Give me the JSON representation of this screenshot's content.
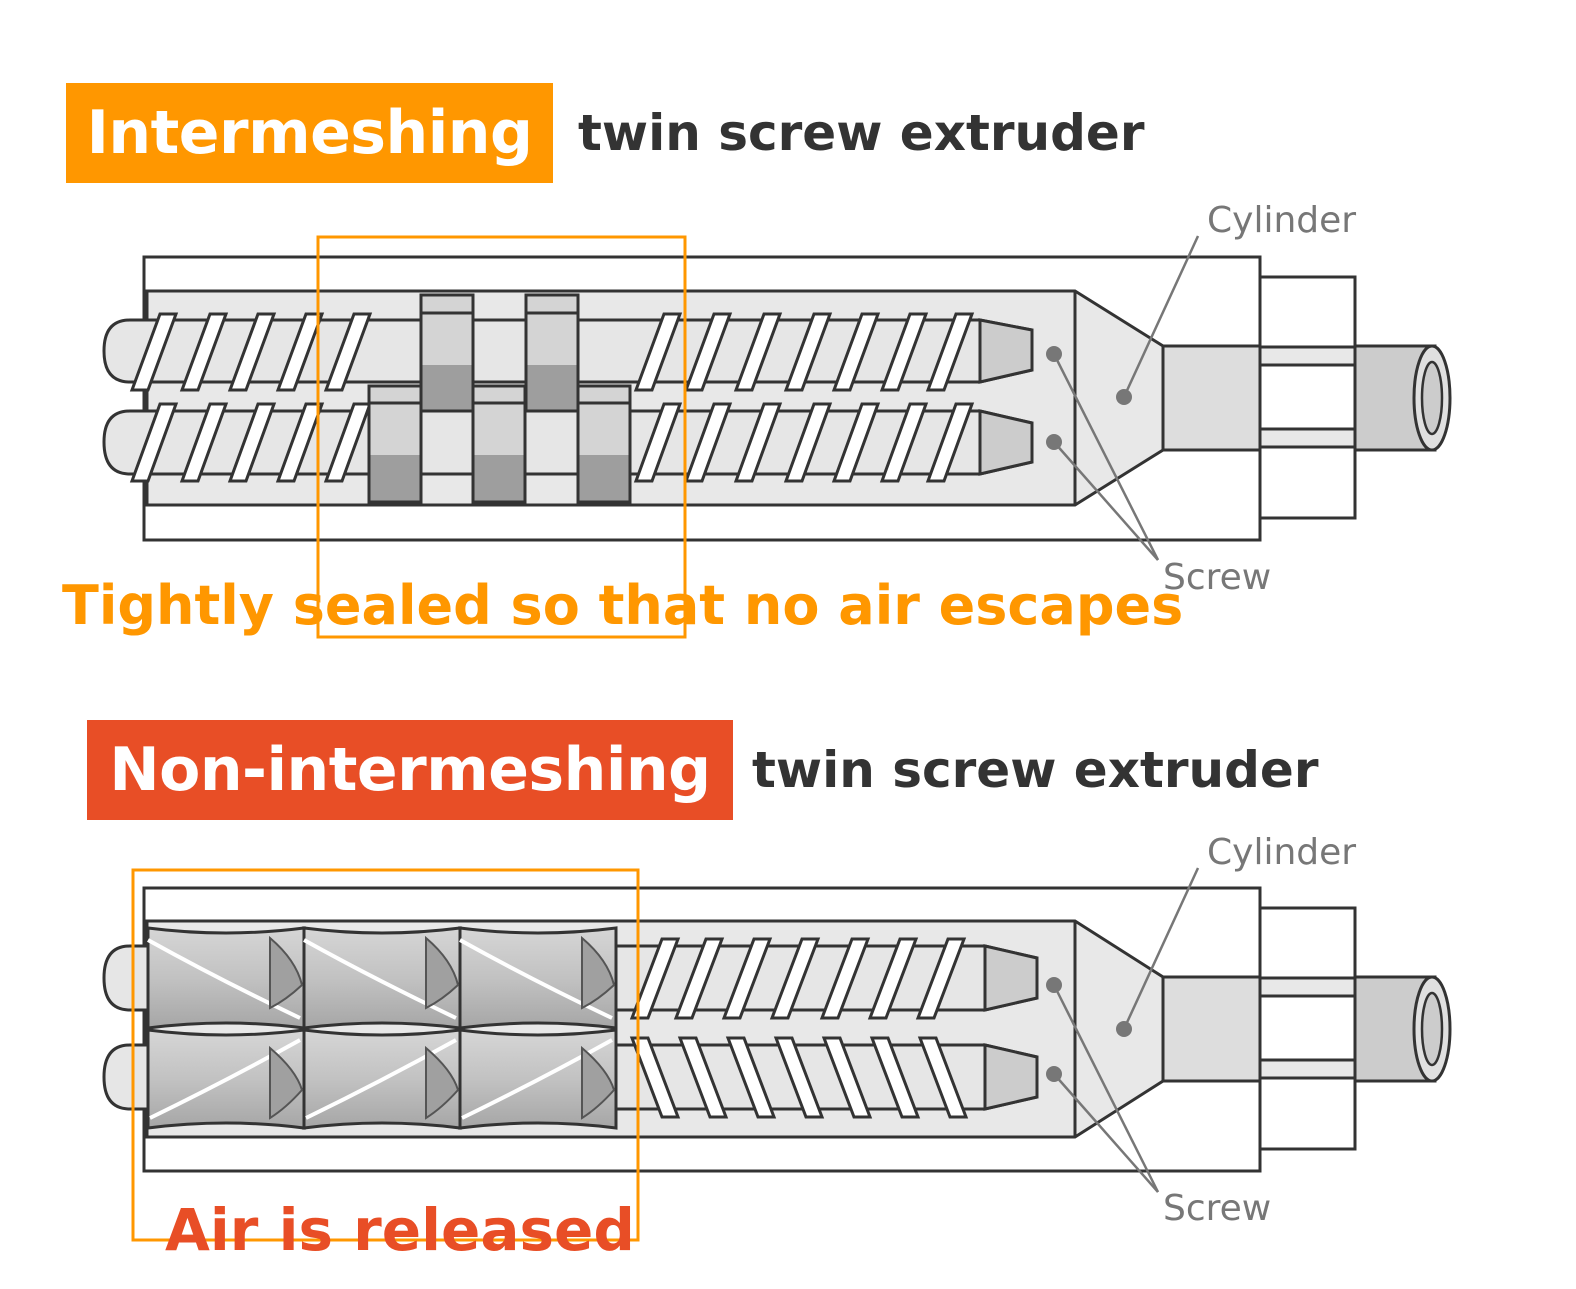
{
  "colors": {
    "orange": "#FF9700",
    "red_orange": "#E84E26",
    "outline": "#333333",
    "fill_light": "#E8E8E8",
    "fill_mid": "#CCCCCC",
    "fill_dark": "#999999",
    "callout_gray": "#777777",
    "title_text": "#333333"
  },
  "top_section": {
    "badge": "Intermeshing",
    "title_rest": "twin screw extruder",
    "label_cylinder": "Cylinder",
    "label_screw": "Screw",
    "caption": "Tightly sealed so that no air escapes"
  },
  "bottom_section": {
    "badge": "Non-intermeshing",
    "title_rest": "twin screw extruder",
    "label_cylinder": "Cylinder",
    "label_screw": "Screw",
    "caption": "Air is released"
  }
}
